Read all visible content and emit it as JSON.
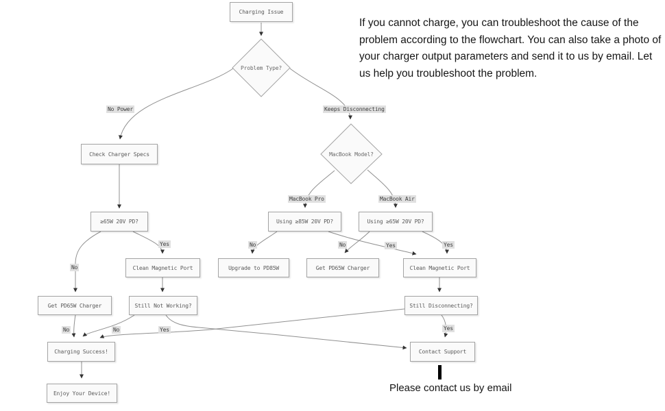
{
  "colors": {
    "background": "#ffffff",
    "node_fill": "#fafafa",
    "node_border": "#a3a3a3",
    "node_text": "#5a5a5a",
    "edge_line": "#8f8f8f",
    "edge_label_bg": "#e0e0e0",
    "edge_label_text": "#3c3c3c",
    "arrowhead": "#333333",
    "annotation_text": "#151515",
    "contact_bar": "#000000"
  },
  "nodes": {
    "charging_issue": "Charging Issue",
    "problem_type": "Problem Type?",
    "check_charger_specs": "Check Charger Specs",
    "pd65_question": "≥65W 20V PD?",
    "clean_magnetic_port_left": "Clean Magnetic Port",
    "get_pd65w_left": "Get PD65W Charger",
    "still_not_working": "Still Not Working?",
    "charging_success": "Charging Success!",
    "enjoy_device": "Enjoy Your Device!",
    "macbook_model": "MacBook Model?",
    "using_85w": "Using ≥85W 20V PD?",
    "using_65w": "Using ≥65W 20V PD?",
    "upgrade_pd85w": "Upgrade to PD85W",
    "get_pd65w_mid": "Get PD65W Charger",
    "clean_magnetic_port_right": "Clean Magnetic Port",
    "still_disconnecting": "Still Disconnecting?",
    "contact_support": "Contact Support"
  },
  "edge_labels": {
    "no_power": "No Power",
    "keeps_disconnecting": "Keeps Disconnecting",
    "macbook_pro": "MacBook Pro",
    "macbook_air": "MacBook Air",
    "yes": "Yes",
    "no": "No"
  },
  "annotations": {
    "intro": "If you cannot charge, you can troubleshoot the cause of the problem according to the flowchart. You can also take a photo of your charger output parameters and send it to us by email. Let us help you troubleshoot the problem.",
    "contact_note": "Please contact us by email"
  },
  "diagram": {
    "type": "flowchart",
    "edges": [
      {
        "from": "Charging Issue",
        "to": "Problem Type?",
        "label": ""
      },
      {
        "from": "Problem Type?",
        "to": "Check Charger Specs",
        "label": "No Power"
      },
      {
        "from": "Problem Type?",
        "to": "MacBook Model?",
        "label": "Keeps Disconnecting"
      },
      {
        "from": "Check Charger Specs",
        "to": "≥65W 20V PD?",
        "label": ""
      },
      {
        "from": "≥65W 20V PD?",
        "to": "Get PD65W Charger (left)",
        "label": "No"
      },
      {
        "from": "≥65W 20V PD?",
        "to": "Clean Magnetic Port (left)",
        "label": "Yes"
      },
      {
        "from": "Clean Magnetic Port (left)",
        "to": "Still Not Working?",
        "label": ""
      },
      {
        "from": "MacBook Model?",
        "to": "Using ≥85W 20V PD?",
        "label": "MacBook Pro"
      },
      {
        "from": "MacBook Model?",
        "to": "Using ≥65W 20V PD?",
        "label": "MacBook Air"
      },
      {
        "from": "Using ≥85W 20V PD?",
        "to": "Upgrade to PD85W",
        "label": "No"
      },
      {
        "from": "Using ≥85W 20V PD?",
        "to": "Clean Magnetic Port (right)",
        "label": "Yes"
      },
      {
        "from": "Using ≥65W 20V PD?",
        "to": "Get PD65W Charger (mid)",
        "label": "No"
      },
      {
        "from": "Using ≥65W 20V PD?",
        "to": "Clean Magnetic Port (right)",
        "label": "Yes"
      },
      {
        "from": "Clean Magnetic Port (right)",
        "to": "Still Disconnecting?",
        "label": ""
      },
      {
        "from": "Get PD65W Charger (left)",
        "to": "Charging Success!",
        "label": "No"
      },
      {
        "from": "Still Not Working?",
        "to": "Charging Success!",
        "label": "No"
      },
      {
        "from": "Still Not Working?",
        "to": "Contact Support",
        "label": "Yes"
      },
      {
        "from": "Still Disconnecting?",
        "to": "Charging Success!",
        "label": ""
      },
      {
        "from": "Still Disconnecting?",
        "to": "Contact Support",
        "label": "Yes"
      },
      {
        "from": "Charging Success!",
        "to": "Enjoy Your Device!",
        "label": ""
      }
    ]
  }
}
